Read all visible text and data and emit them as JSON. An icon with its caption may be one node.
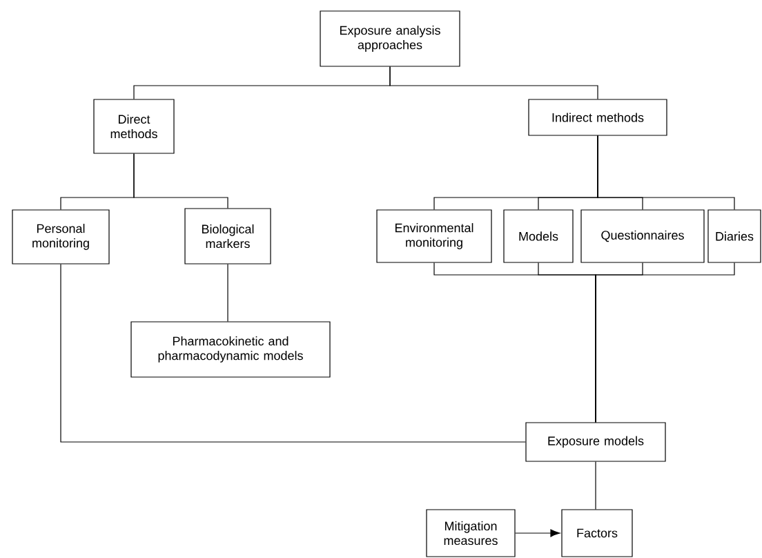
{
  "diagram": {
    "nodes": [
      {
        "text": [
          "Exposure analysis approaches"
        ]
      },
      {
        "text": [
          "Direct methods"
        ]
      },
      {
        "text": [
          "Indirect methods"
        ]
      },
      {
        "text": [
          "Personal monitoring"
        ]
      },
      {
        "text": [
          "Biological markers"
        ]
      },
      {
        "text": [
          "Environmental monitoring"
        ]
      },
      {
        "text": [
          "Models"
        ]
      },
      {
        "text": [
          "Questionnaires"
        ]
      },
      {
        "text": [
          "Diaries"
        ]
      },
      {
        "text": [
          "Pharmacokinetic and pharmacodynamic models"
        ]
      },
      {
        "text": [
          "Exposure models"
        ]
      },
      {
        "text": [
          "Mitigation measures"
        ]
      },
      {
        "text": [
          "Factors"
        ]
      }
    ],
    "edges": [
      {
        "from": 0,
        "to": 1,
        "arrow": "none"
      },
      {
        "from": 0,
        "to": 2,
        "arrow": "none"
      },
      {
        "from": 1,
        "to": 3,
        "arrow": "none"
      },
      {
        "from": 1,
        "to": 4,
        "arrow": "none"
      },
      {
        "from": 2,
        "to": 5,
        "arrow": "none"
      },
      {
        "from": 2,
        "to": 6,
        "arrow": "none"
      },
      {
        "from": 2,
        "to": 7,
        "arrow": "none"
      },
      {
        "from": 2,
        "to": 8,
        "arrow": "none"
      },
      {
        "from": 4,
        "to": 9,
        "arrow": "none"
      },
      {
        "from": 5,
        "to": 10,
        "arrow": "none"
      },
      {
        "from": 6,
        "to": 10,
        "arrow": "none"
      },
      {
        "from": 7,
        "to": 10,
        "arrow": "none"
      },
      {
        "from": 8,
        "to": 10,
        "arrow": "none"
      },
      {
        "from": 3,
        "to": 10,
        "arrow": "none"
      },
      {
        "from": 10,
        "to": 12,
        "arrow": "none"
      },
      {
        "from": 11,
        "to": 12,
        "arrow": "to"
      }
    ]
  }
}
